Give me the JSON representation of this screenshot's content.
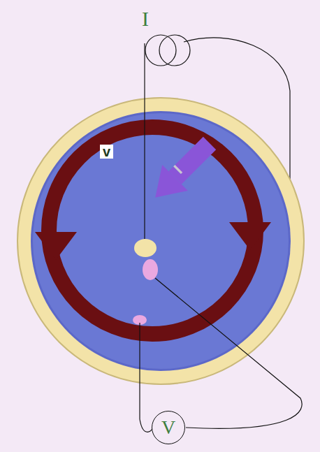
{
  "diagram": {
    "nodes": [
      {
        "text": [
          "I"
        ]
      },
      {
        "text": [
          "V"
        ]
      }
    ],
    "labels": [
      "v",
      "I"
    ]
  }
}
